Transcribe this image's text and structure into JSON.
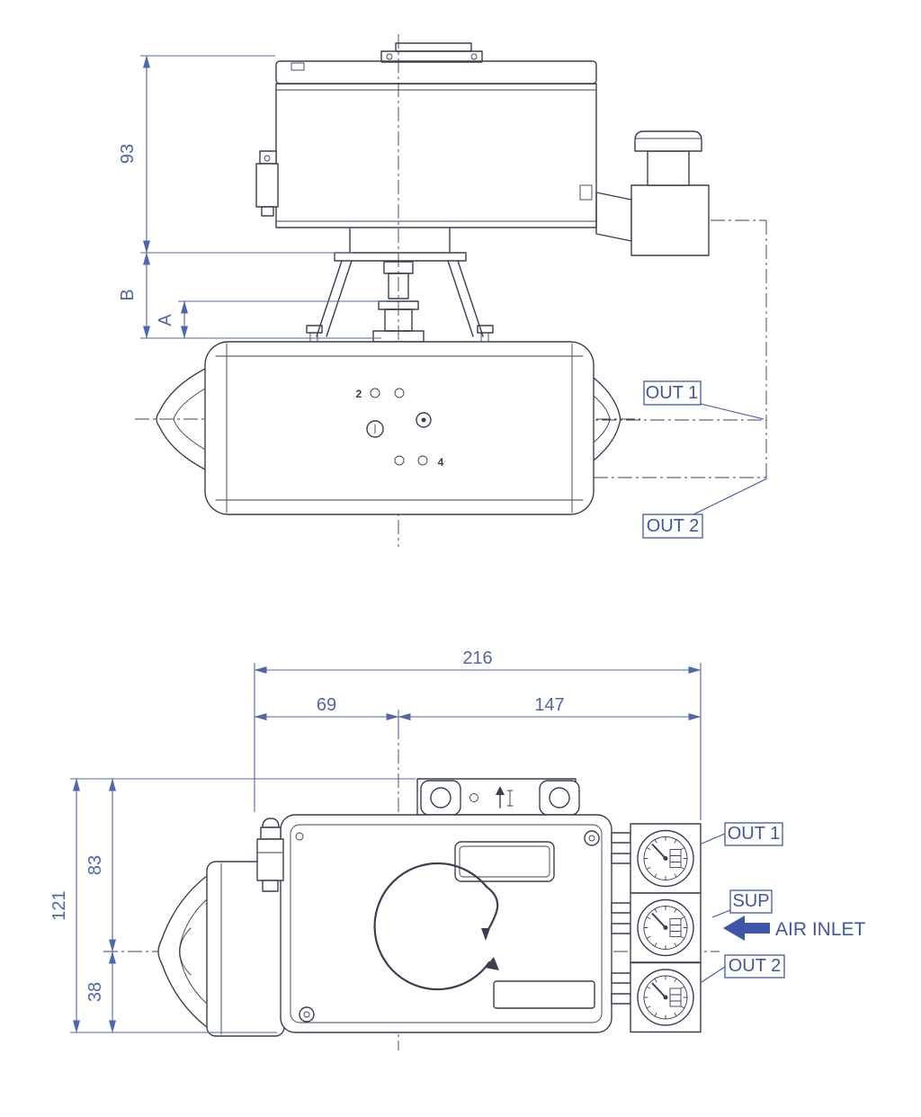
{
  "colors": {
    "line": "#39404f",
    "dim": "#5066ad",
    "accent": "#3f56a8"
  },
  "top": {
    "dim_93": "93",
    "dim_b": "B",
    "dim_a": "A",
    "port2": "2",
    "port4": "4",
    "out1": "OUT 1",
    "out2": "OUT 2"
  },
  "bottom": {
    "dim_216": "216",
    "dim_69": "69",
    "dim_147": "147",
    "dim_121": "121",
    "dim_83": "83",
    "dim_38": "38",
    "out1": "OUT 1",
    "sup": "SUP",
    "air_inlet": "AIR INLET",
    "out2": "OUT 2"
  }
}
